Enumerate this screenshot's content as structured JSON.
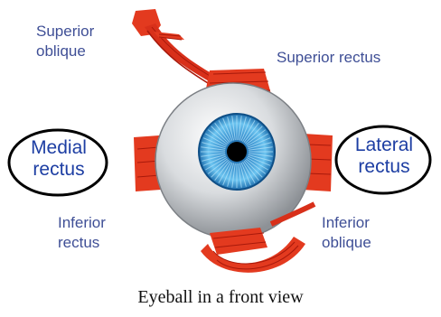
{
  "caption": "Eyeball in a front view",
  "labels": {
    "superior_oblique": [
      "Superior",
      "oblique"
    ],
    "superior_rectus": "Superior rectus",
    "medial_rectus": [
      "Medial",
      "rectus"
    ],
    "lateral_rectus": [
      "Lateral",
      "rectus"
    ],
    "inferior_rectus": [
      "Inferior",
      "rectus"
    ],
    "inferior_oblique": [
      "Inferior",
      "oblique"
    ]
  },
  "colors": {
    "muscle": "#e33a1f",
    "muscle_dark": "#a8190b",
    "iris": "#3aa7e0",
    "label_text": "#3f4f96",
    "highlight_text": "#1d3ea3"
  }
}
